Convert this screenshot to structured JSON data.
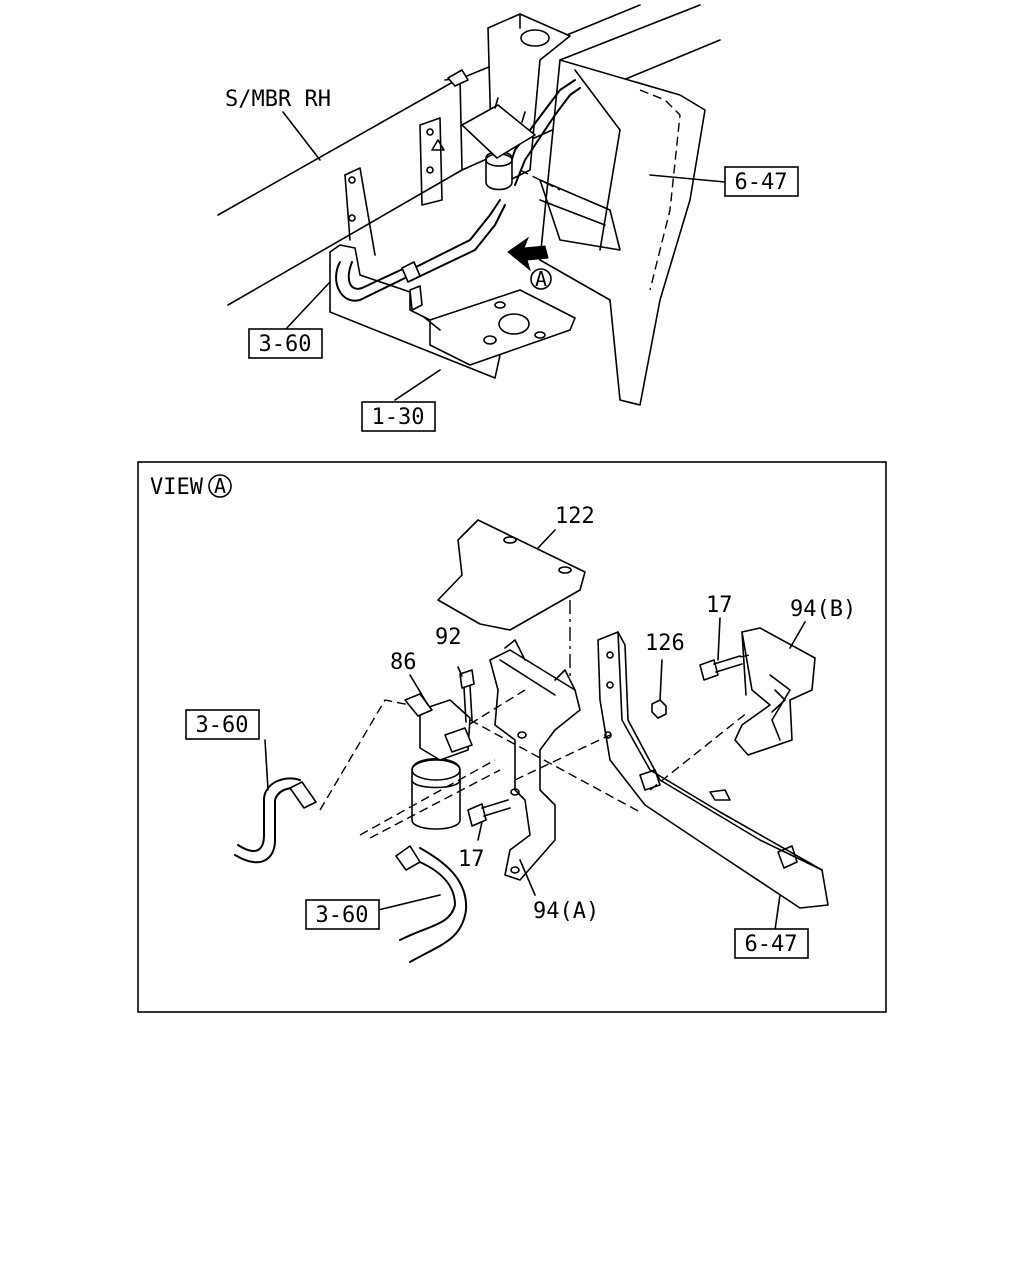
{
  "top_view": {
    "frame_label": "S/MBR RH",
    "refs": {
      "ref_6_47": "6-47",
      "ref_3_60": "3-60",
      "ref_1_30": "1-30"
    },
    "view_marker": "A"
  },
  "detail_view": {
    "title_text": "VIEW",
    "title_marker": "A",
    "refs": {
      "ref_3_60_upper": "3-60",
      "ref_3_60_lower": "3-60",
      "ref_6_47": "6-47"
    },
    "parts": {
      "p122": "122",
      "p92": "92",
      "p86": "86",
      "p126": "126",
      "p17_upper": "17",
      "p17_lower": "17",
      "p94b": "94(B)",
      "p94a": "94(A)"
    }
  }
}
